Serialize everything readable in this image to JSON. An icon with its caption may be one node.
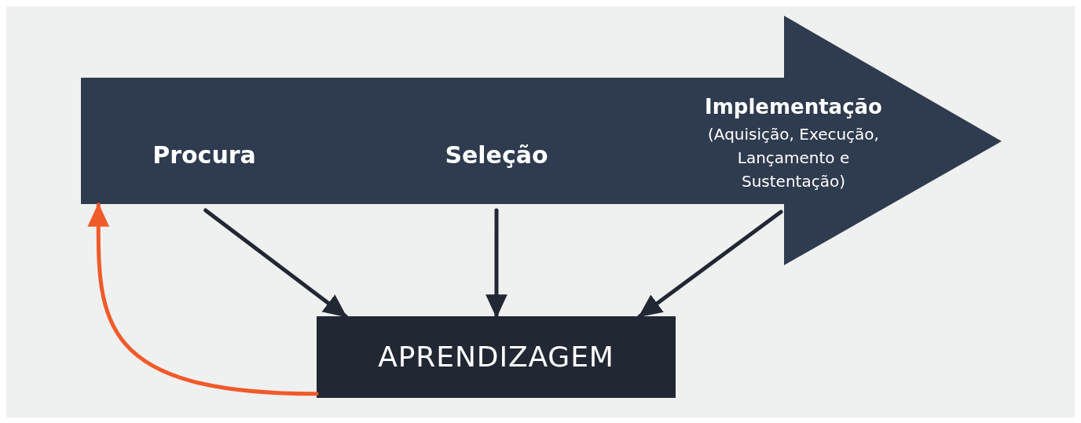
{
  "diagram": {
    "nodes": [
      {
        "text": [],
        "shape": "arrow"
      },
      {
        "text": [
          "Procura"
        ],
        "in": 0
      },
      {
        "text": [
          "Seleção"
        ],
        "in": 0
      },
      {
        "text": [
          "Implementação",
          "(Aquisição, Execução, Lançamento e Sustentação)"
        ],
        "in": 0
      },
      {
        "text": [
          "APRENDIZAGEM"
        ]
      }
    ],
    "edges": [
      {
        "from": 1,
        "to": 4,
        "arrow": "to"
      },
      {
        "from": 2,
        "to": 4,
        "arrow": "to"
      },
      {
        "from": 3,
        "to": 4,
        "arrow": "to"
      },
      {
        "from": 4,
        "to": 0,
        "arrow": "to",
        "color": "#f15a29"
      }
    ]
  }
}
